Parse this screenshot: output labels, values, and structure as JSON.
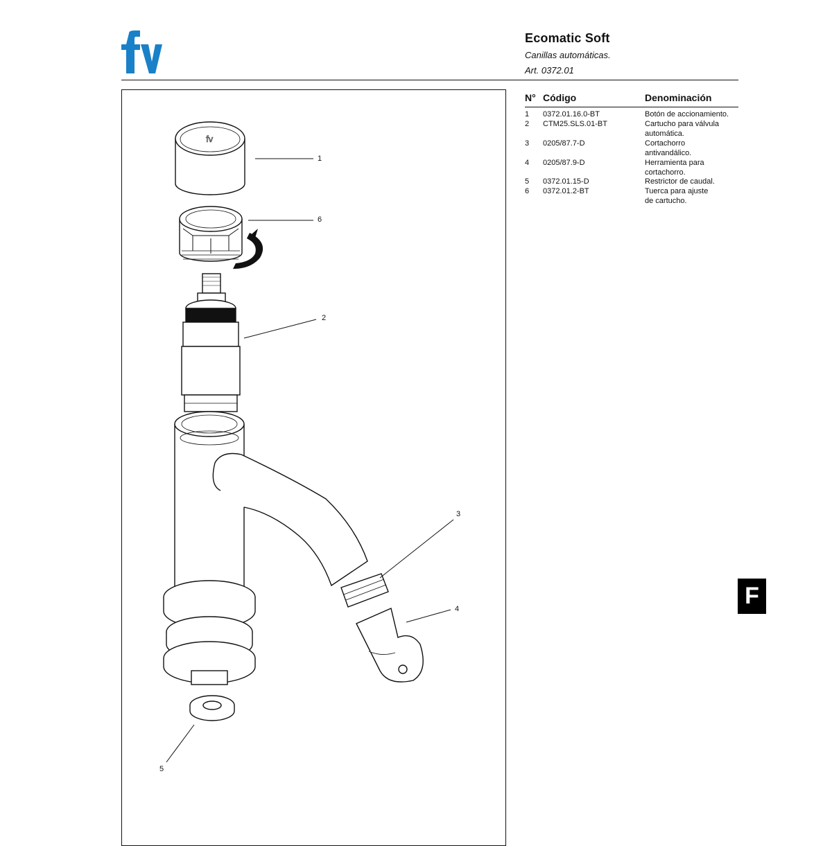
{
  "logo": {
    "text": "fv",
    "color": "#1a80c8"
  },
  "header": {
    "title": "Ecomatic Soft",
    "subtitle": "Canillas automáticas.",
    "article": "Art. 0372.01"
  },
  "parts_table": {
    "headers": {
      "num": "N°",
      "code": "Código",
      "desc": "Denominación"
    },
    "rows": [
      {
        "num": "1",
        "code": "0372.01.16.0-BT",
        "desc": "Botón de accionamiento."
      },
      {
        "num": "2",
        "code": "CTM25.SLS.01-BT",
        "desc": "Cartucho para válvula\nautomática."
      },
      {
        "num": "3",
        "code": "0205/87.7-D",
        "desc": "Cortachorro\nantivandálico."
      },
      {
        "num": "4",
        "code": "0205/87.9-D",
        "desc": "Herramienta para\ncortachorro."
      },
      {
        "num": "5",
        "code": "0372.01.15-D",
        "desc": "Restrictor de caudal."
      },
      {
        "num": "6",
        "code": "0372.01.2-BT",
        "desc": "Tuerca para ajuste\nde cartucho."
      }
    ]
  },
  "callouts": {
    "c1": "1",
    "c2": "2",
    "c3": "3",
    "c4": "4",
    "c5": "5",
    "c6": "6"
  },
  "section_tab": "F"
}
